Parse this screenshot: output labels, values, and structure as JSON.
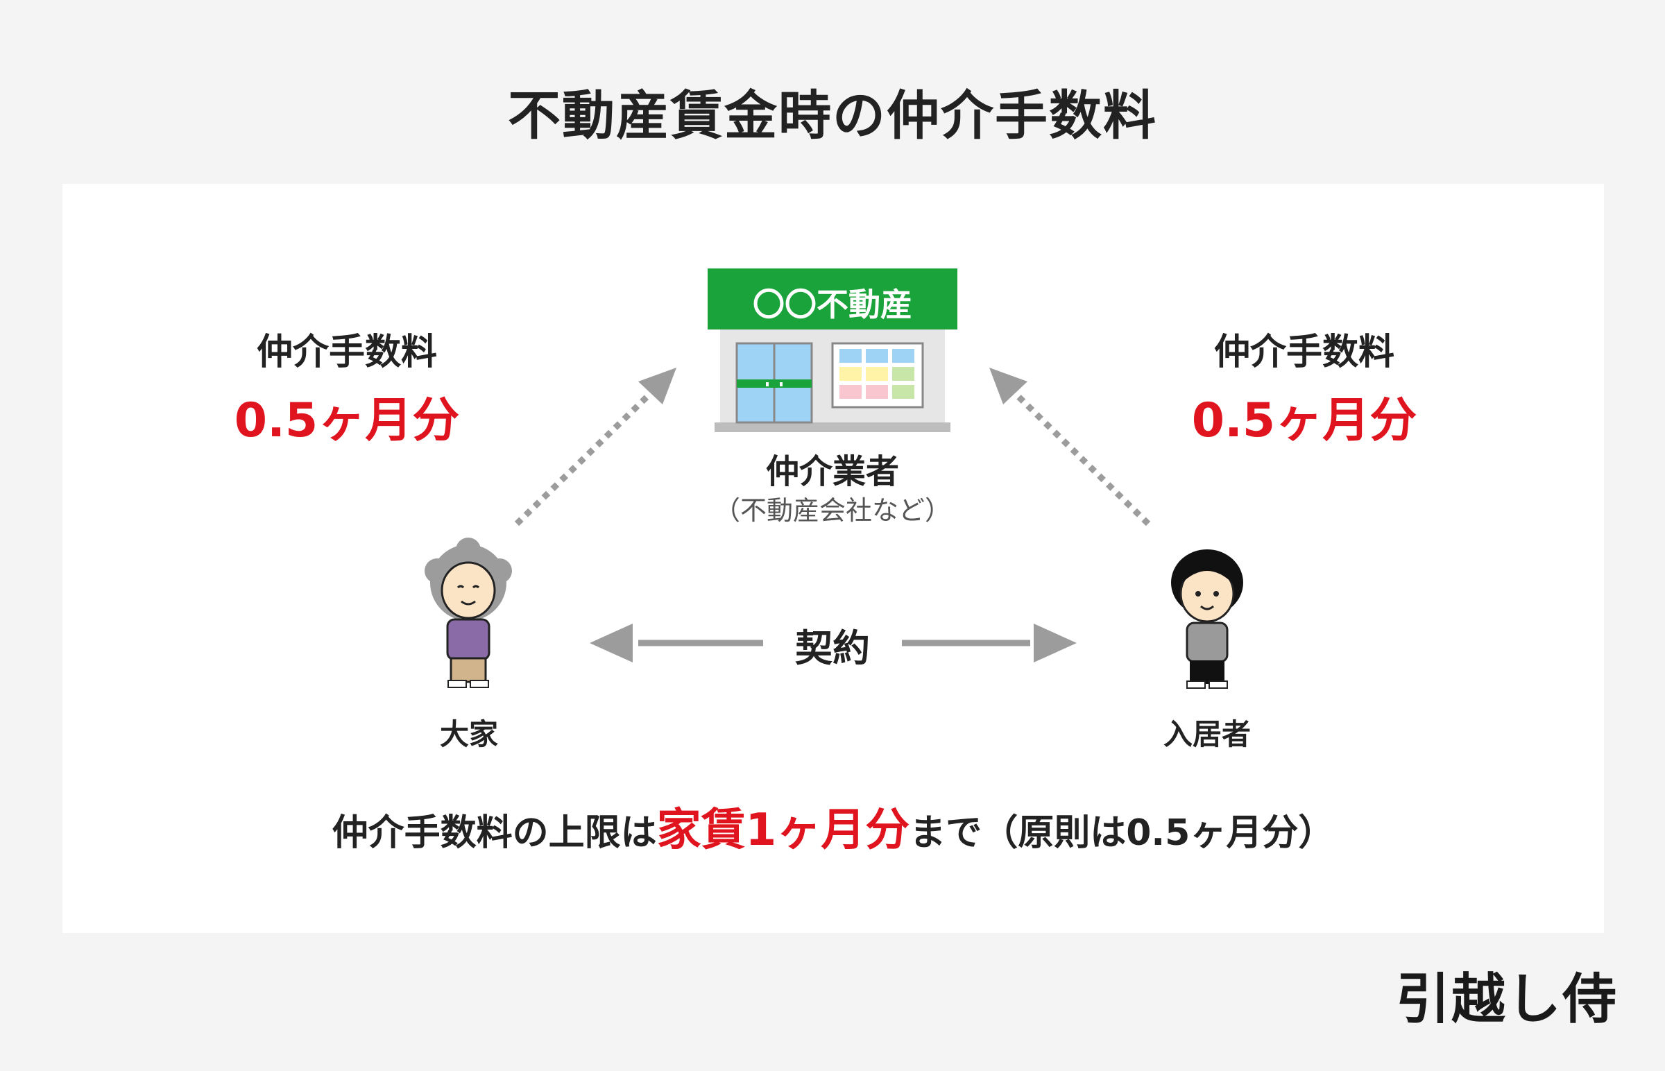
{
  "title": "不動産賃金時の仲介手数料",
  "agent": {
    "sign": "〇〇不動産",
    "label": "仲介業者",
    "sub": "（不動産会社など）"
  },
  "left_fee": {
    "label": "仲介手数料",
    "value": "0.5ヶ月分"
  },
  "right_fee": {
    "label": "仲介手数料",
    "value": "0.5ヶ月分"
  },
  "landlord": {
    "label": "大家"
  },
  "tenant": {
    "label": "入居者"
  },
  "contract": {
    "label": "契約"
  },
  "summary": {
    "prefix": "仲介手数料の上限は",
    "highlight": "家賃1ヶ月分",
    "suffix": "まで（原則は0.5ヶ月分）"
  },
  "brand": "引越し侍",
  "colors": {
    "accent_red": "#e0141e",
    "sign_green": "#1aa33a",
    "arrow_gray": "#9c9c9c"
  }
}
